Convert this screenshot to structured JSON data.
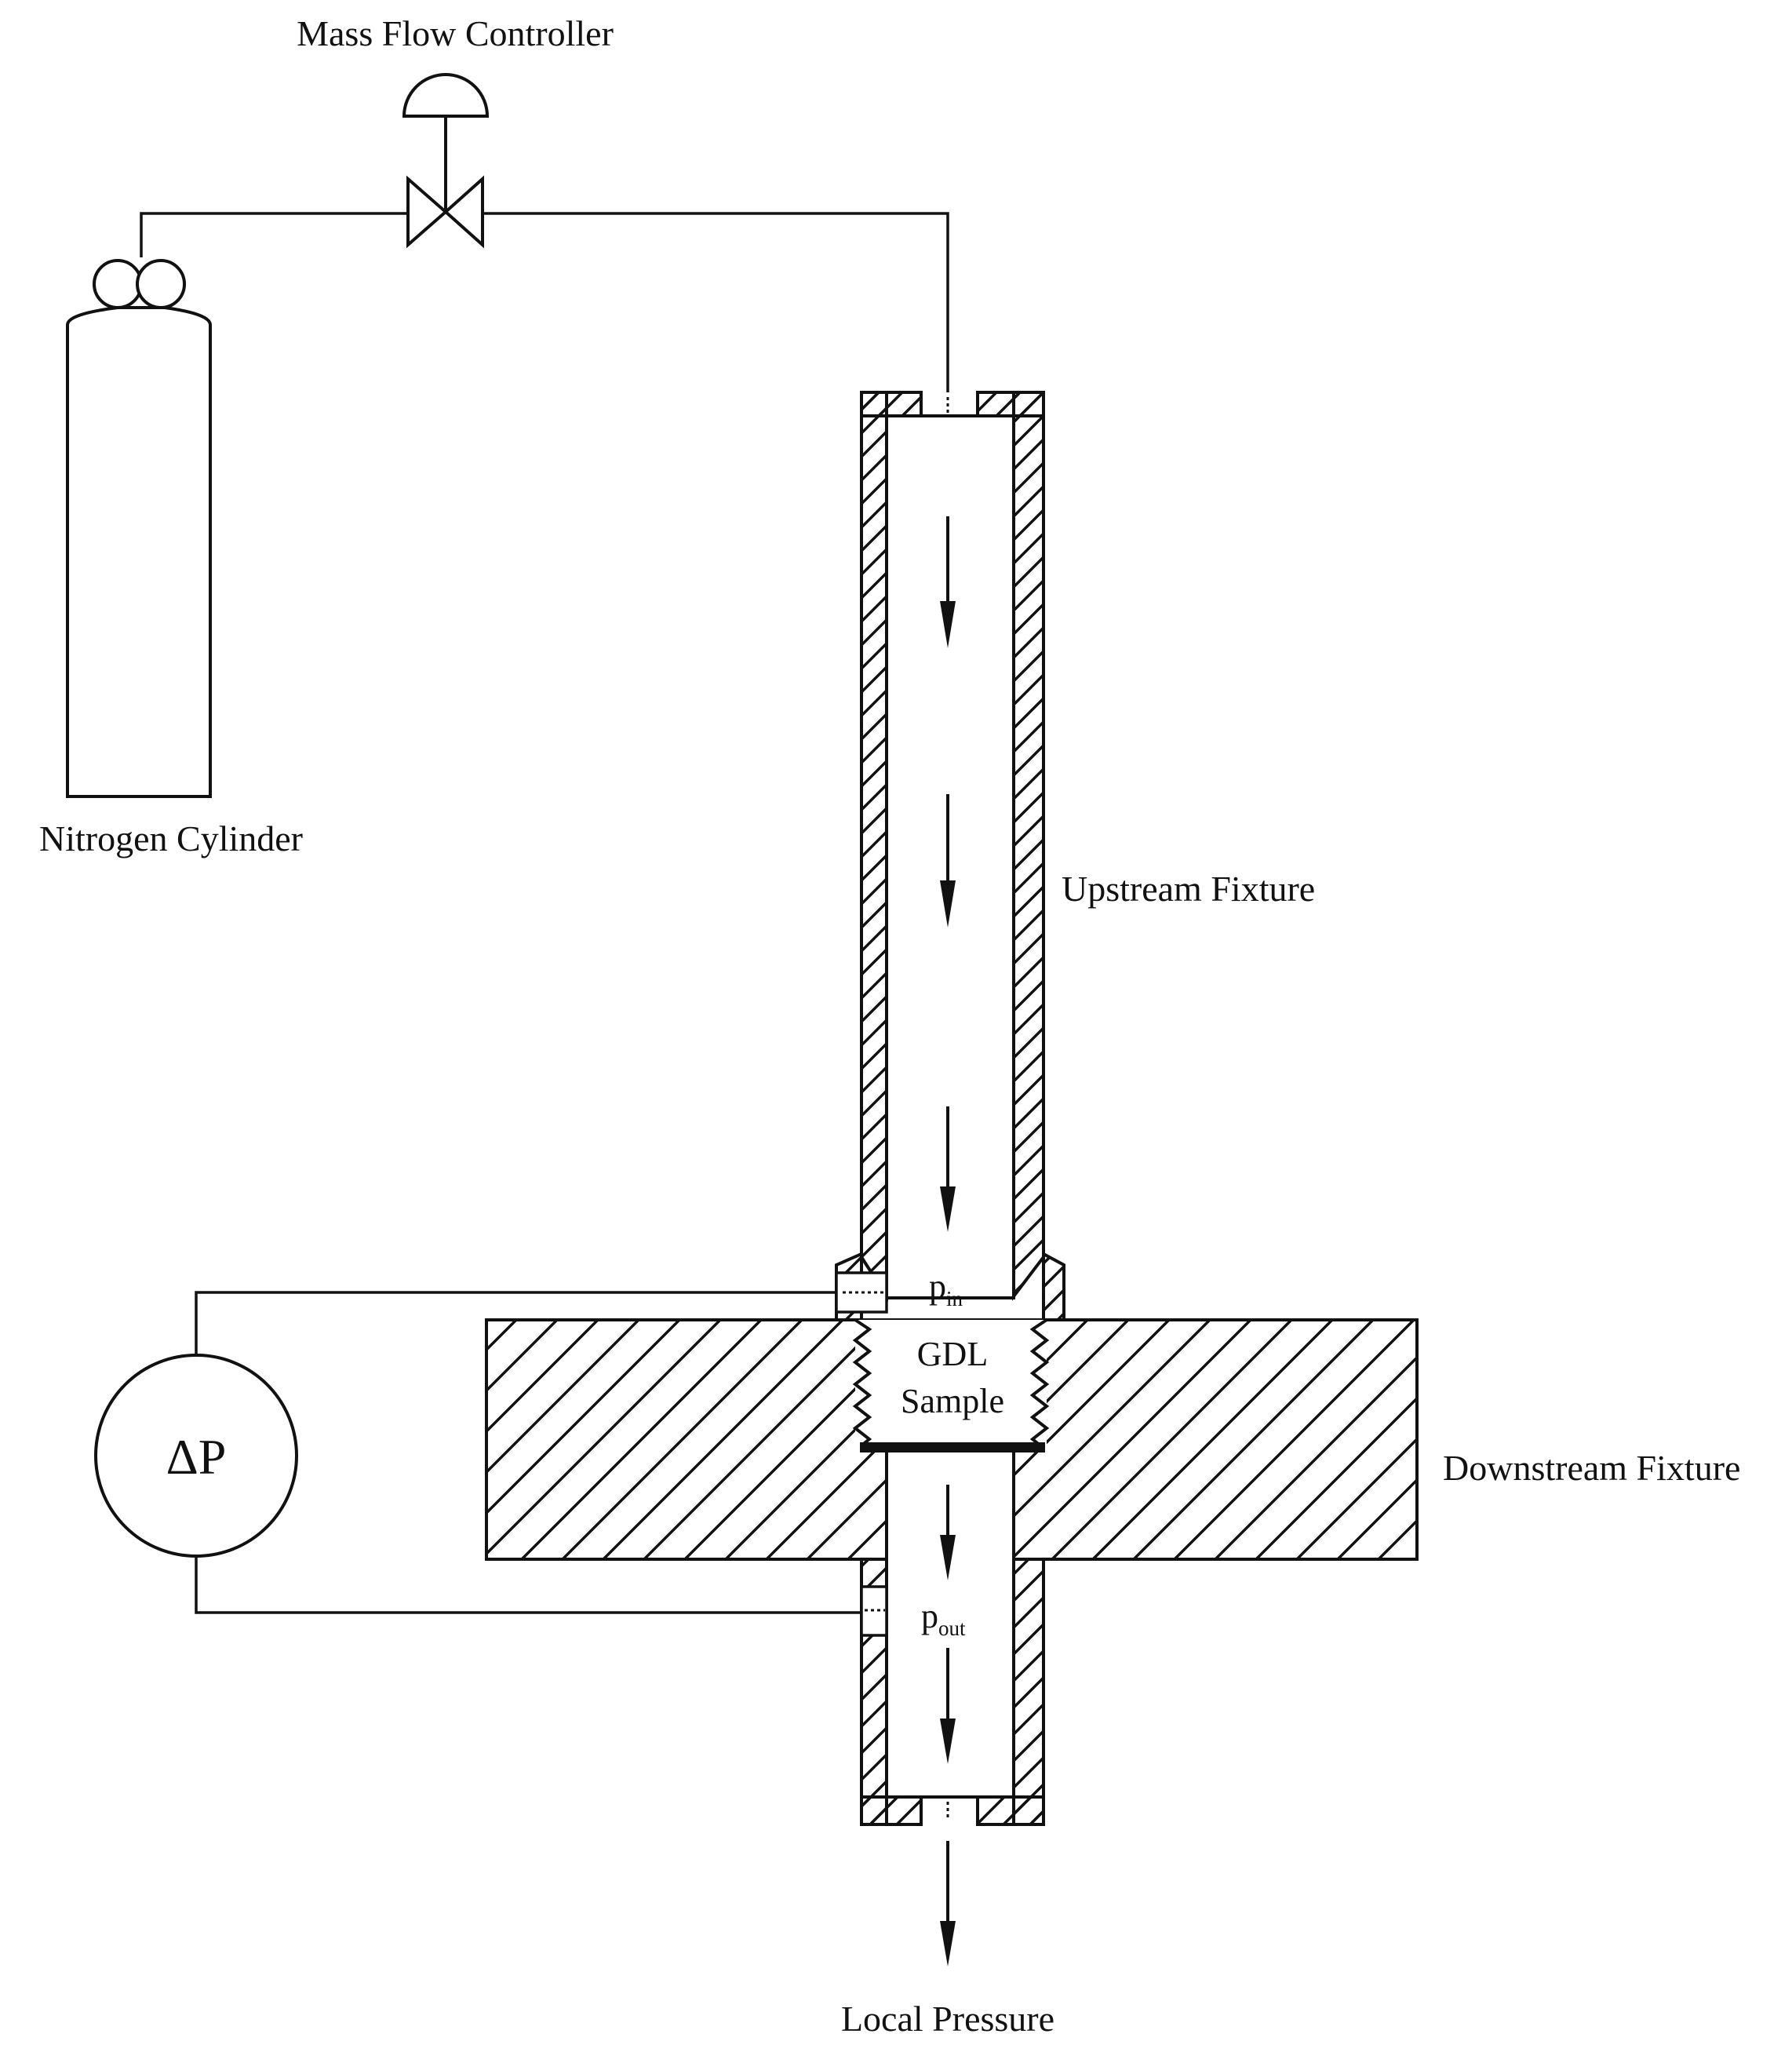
{
  "labels": {
    "mass_flow_controller": "Mass Flow Controller",
    "nitrogen_cylinder": "Nitrogen Cylinder",
    "upstream_fixture": "Upstream Fixture",
    "downstream_fixture": "Downstream Fixture",
    "local_pressure": "Local Pressure",
    "delta_p": "ΔP",
    "p_in_main": "p",
    "p_in_sub": "in",
    "p_out_main": "p",
    "p_out_sub": "out",
    "gdl_line1": "GDL",
    "gdl_line2": "Sample"
  },
  "colors": {
    "stroke": "#111111",
    "background": "#ffffff"
  },
  "icons": {
    "valve": "bowtie-valve-with-dome-actuator-icon",
    "cylinder": "gas-cylinder-icon",
    "gauge": "differential-pressure-gauge-icon"
  }
}
